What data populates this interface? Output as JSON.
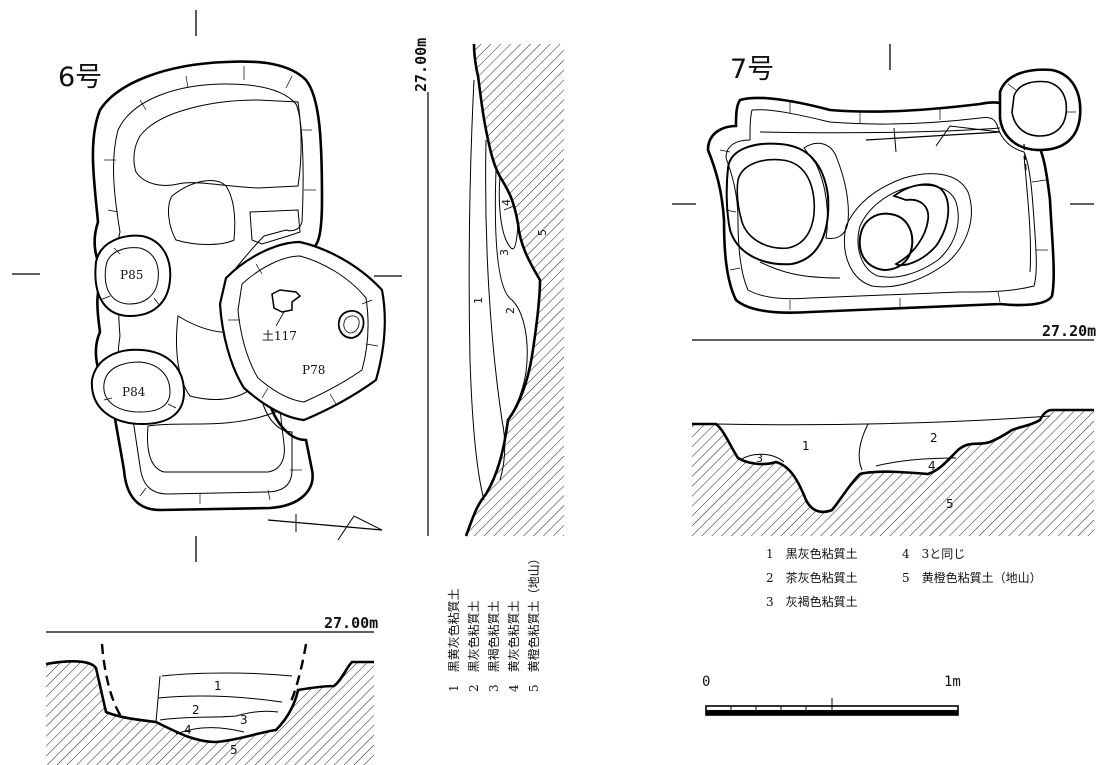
{
  "pit6": {
    "title": "6号",
    "elevation_plan": "27.00m",
    "elevation_section": "27.00m",
    "features": {
      "p85": "P85",
      "p84": "P84",
      "p78": "P78",
      "pot": "土117"
    },
    "layer_numbers": [
      "1",
      "2",
      "3",
      "4",
      "5"
    ],
    "legend": [
      "1　黒黄灰色粘質土",
      "2　黒灰色粘質土",
      "3　黒褐色粘質土",
      "4　黄灰色粘質土",
      "5　黄橙色粘質土（地山）"
    ]
  },
  "pit7": {
    "title": "7号",
    "elevation": "27.20m",
    "layer_numbers": [
      "1",
      "2",
      "3",
      "4",
      "5"
    ],
    "legend": [
      "1　黒灰色粘質土",
      "2　茶灰色粘質土",
      "3　灰褐色粘質土",
      "4　3と同じ",
      "5　黄橙色粘質土（地山）"
    ]
  },
  "scale": {
    "start": "0",
    "end": "1m"
  }
}
